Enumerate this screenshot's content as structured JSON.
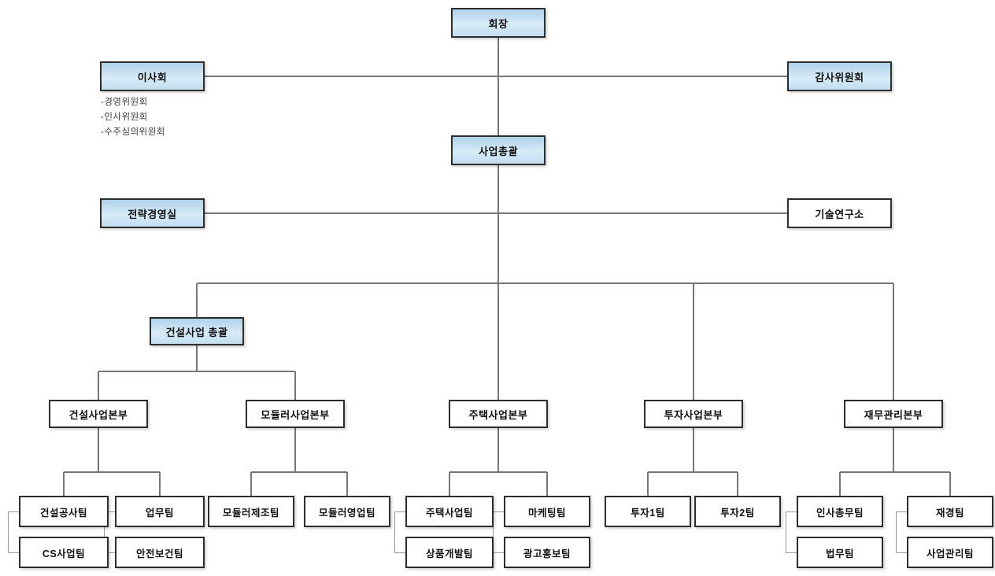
{
  "diagram": {
    "type": "org-chart",
    "background": "#ffffff",
    "colors": {
      "primary_box_fill_top": "#aed1e9",
      "primary_box_fill_bottom": "#c2def0",
      "plain_box_fill": "#ffffff",
      "box_border": "#2d2d2d",
      "connector": "#767676",
      "text": "#111111"
    },
    "board_committees": [
      "-경영위원회",
      "-인사위원회",
      "-수주심의위원회"
    ],
    "nodes": {
      "chairman": {
        "label": "회장",
        "parent": null
      },
      "board": {
        "label": "이사회",
        "parent": "chairman"
      },
      "audit_committee": {
        "label": "감사위원회",
        "parent": "chairman"
      },
      "business_general": {
        "label": "사업총괄",
        "parent": "chairman"
      },
      "strategy_office": {
        "label": "전략경영실",
        "parent": "business_general"
      },
      "tech_institute": {
        "label": "기술연구소",
        "parent": "business_general"
      },
      "construction_general": {
        "label": "건설사업 총괄",
        "parent": "business_general"
      },
      "construction_hq": {
        "label": "건설사업본부",
        "parent": "construction_general"
      },
      "modular_hq": {
        "label": "모듈러사업본부",
        "parent": "construction_general"
      },
      "housing_hq": {
        "label": "주택사업본부",
        "parent": "business_general"
      },
      "investment_hq": {
        "label": "투자사업본부",
        "parent": "business_general"
      },
      "finance_hq": {
        "label": "재무관리본부",
        "parent": "business_general"
      },
      "construction_team": {
        "label": "건설공사팀",
        "parent": "construction_hq"
      },
      "cs_team": {
        "label": "CS사업팀",
        "parent": "construction_hq"
      },
      "work_team": {
        "label": "업무팀",
        "parent": "construction_hq"
      },
      "safety_team": {
        "label": "안전보건팀",
        "parent": "construction_hq"
      },
      "modular_mfg_team": {
        "label": "모듈러제조팀",
        "parent": "modular_hq"
      },
      "modular_sales_team": {
        "label": "모듈러영업팀",
        "parent": "modular_hq"
      },
      "housing_team": {
        "label": "주택사업팀",
        "parent": "housing_hq"
      },
      "product_dev_team": {
        "label": "상품개발팀",
        "parent": "housing_hq"
      },
      "marketing_team": {
        "label": "마케팅팀",
        "parent": "housing_hq"
      },
      "ad_pr_team": {
        "label": "광고홍보팀",
        "parent": "housing_hq"
      },
      "investment1_team": {
        "label": "투자1팀",
        "parent": "investment_hq"
      },
      "investment2_team": {
        "label": "투자2팀",
        "parent": "investment_hq"
      },
      "hr_ga_team": {
        "label": "인사총무팀",
        "parent": "finance_hq"
      },
      "legal_team": {
        "label": "법무팀",
        "parent": "finance_hq"
      },
      "finance_team": {
        "label": "재경팀",
        "parent": "finance_hq"
      },
      "biz_mgmt_team": {
        "label": "사업관리팀",
        "parent": "finance_hq"
      }
    }
  }
}
